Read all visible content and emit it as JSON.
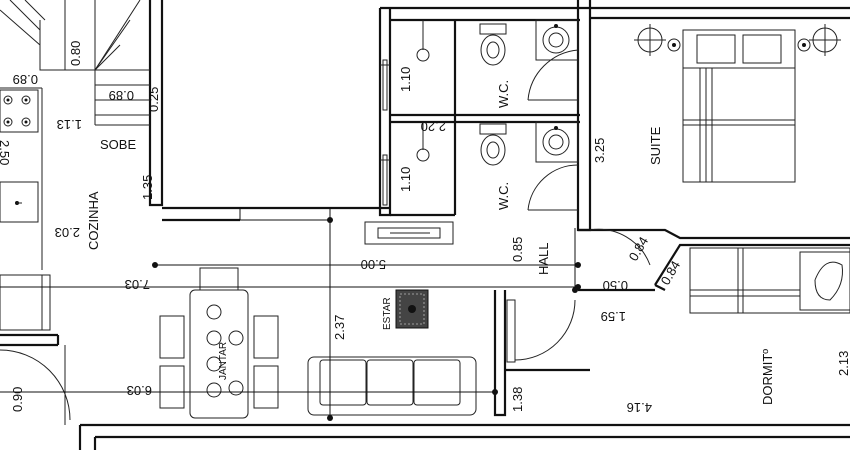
{
  "rooms": {
    "cozinha": "COZINHA",
    "sobe": "SOBE",
    "wc_top": "W.C.",
    "wc_bottom": "W.C.",
    "suite": "SUITE",
    "hall": "HALL",
    "estar": "ESTAR",
    "jantar": "JANTAR",
    "dormitorio": "DORMITº"
  },
  "dimensions": {
    "d_080": "0.80",
    "d_089_a": "0.89",
    "d_089_b": "0.89",
    "d_025": "0.25",
    "d_113": "1.13",
    "d_250": "2.50",
    "d_135": "1.35",
    "d_203": "2.03",
    "d_703": "7.03",
    "d_110_a": "1.10",
    "d_220": "2.20",
    "d_110_b": "1.10",
    "d_325": "3.25",
    "d_085": "0.85",
    "d_500": "5.00",
    "d_084_a": "0.84",
    "d_084_b": "0.84",
    "d_050": "0.50",
    "d_159": "1.59",
    "d_237": "2.37",
    "d_213": "2.13",
    "d_090": "0.90",
    "d_603": "6.03",
    "d_138": "1.38",
    "d_416": "4.16"
  }
}
